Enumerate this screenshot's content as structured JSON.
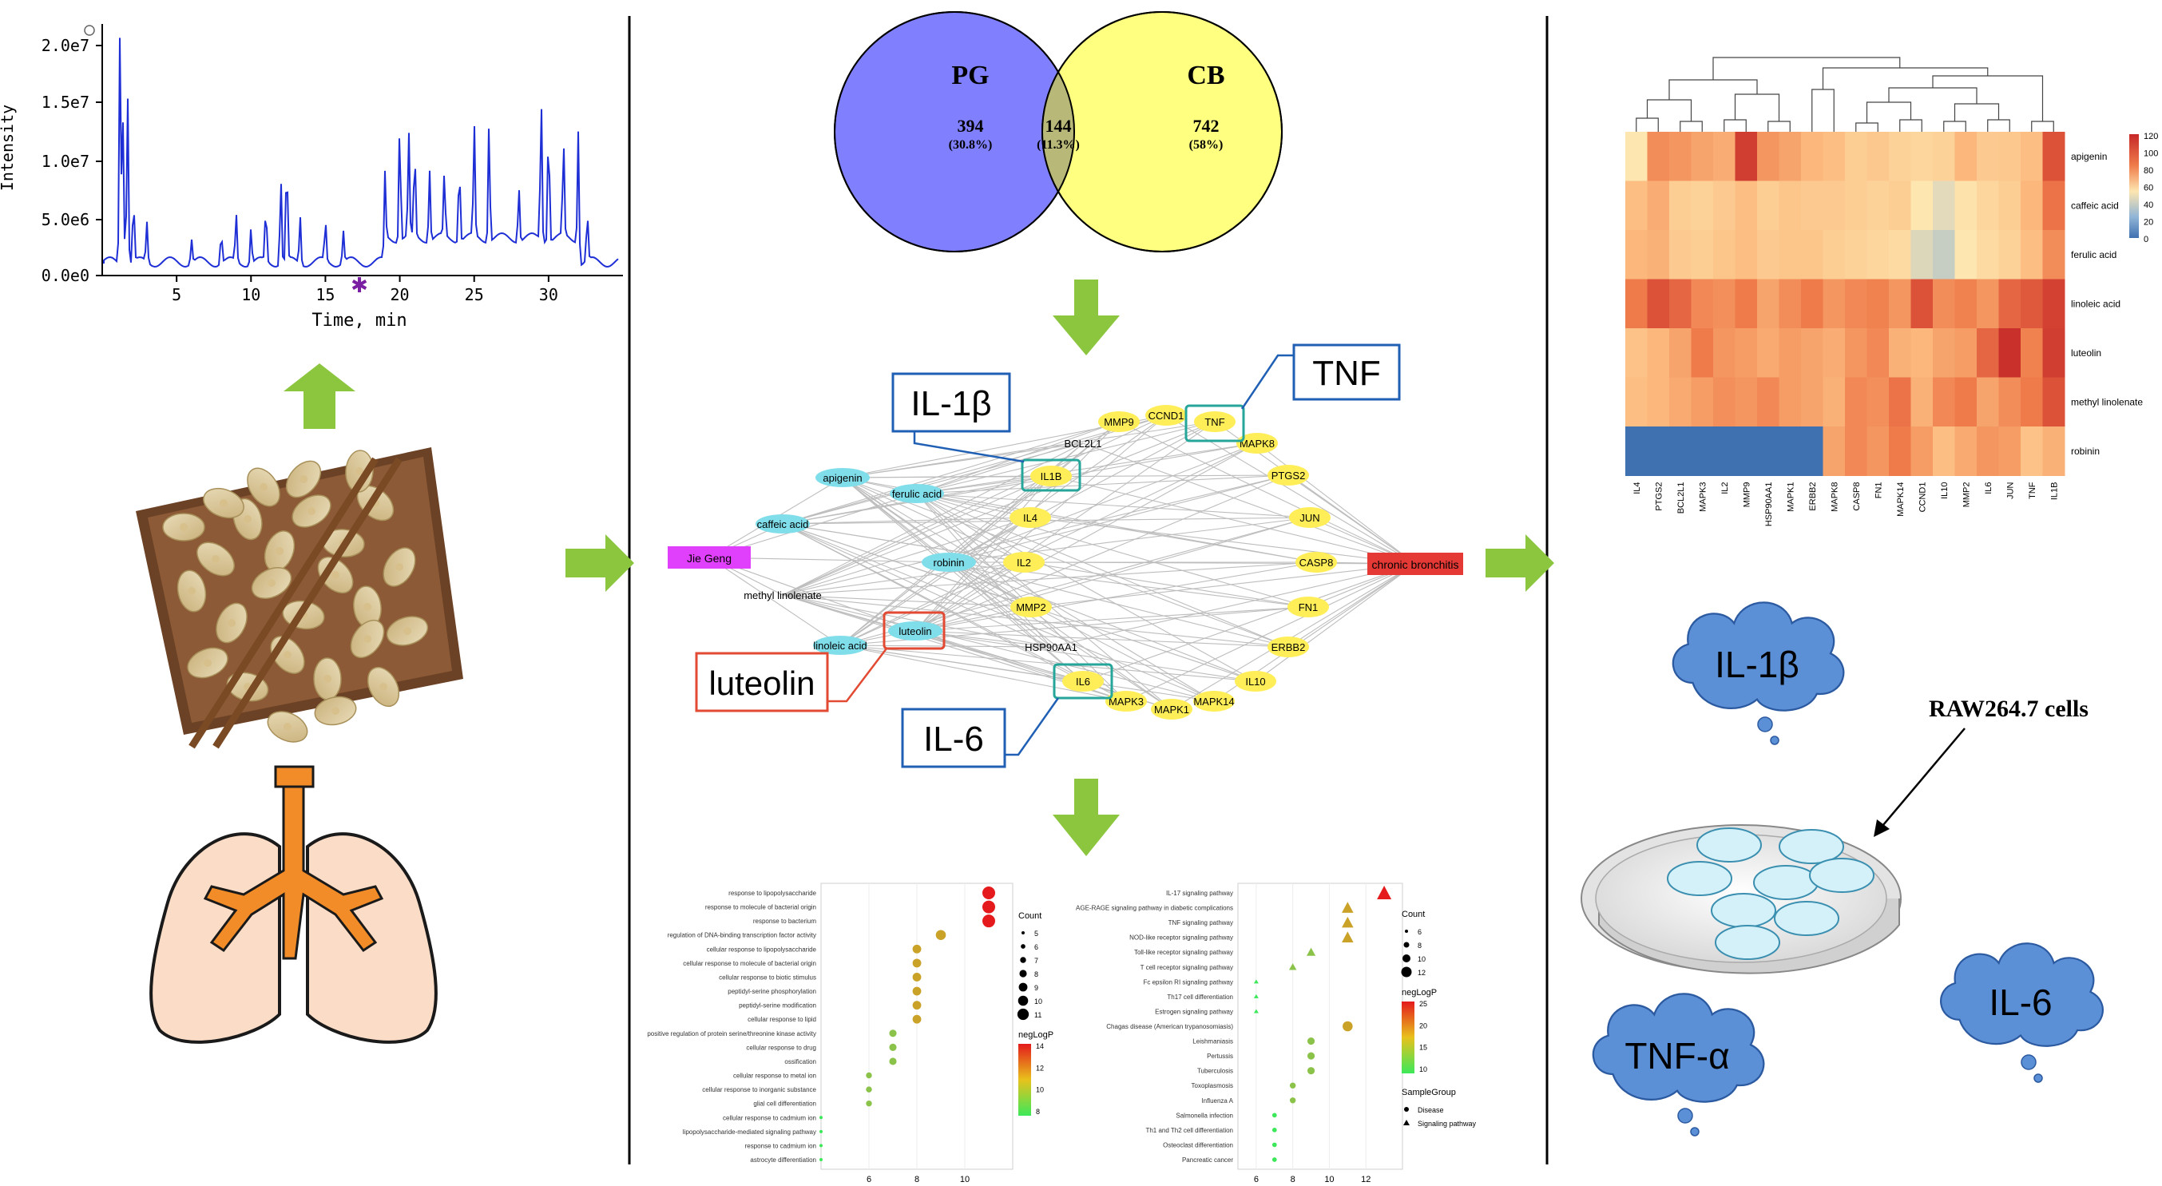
{
  "chromatogram": {
    "y_label": "Intensity",
    "x_label": "Time, min",
    "y_ticks": [
      "0.0e0",
      "5.0e6",
      "1.0e7",
      "1.5e7",
      "2.0e7"
    ],
    "x_ticks": [
      "5",
      "10",
      "15",
      "20",
      "25",
      "30"
    ],
    "marker_glyph": "✱"
  },
  "venn": {
    "left": {
      "name": "PG",
      "count": "394",
      "pct": "(30.8%)",
      "color": "#8080ff"
    },
    "right": {
      "name": "CB",
      "count": "742",
      "pct": "(58%)",
      "color": "#ffff80"
    },
    "overlap": {
      "count": "144",
      "pct": "(11.3%)",
      "color": "#b8b878"
    }
  },
  "network": {
    "source": "Jie Geng",
    "target": "chronic bronchitis",
    "compounds": [
      "apigenin",
      "ferulic acid",
      "caffeic acid",
      "robinin",
      "methyl linolenate",
      "luteolin",
      "linoleic acid"
    ],
    "genes": [
      "MMP9",
      "CCND1",
      "TNF",
      "BCL2L1",
      "MAPK8",
      "IL1B",
      "PTGS2",
      "IL4",
      "JUN",
      "IL2",
      "CASP8",
      "MMP2",
      "FN1",
      "HSP90AA1",
      "ERBB2",
      "IL6",
      "IL10",
      "MAPK3",
      "MAPK1",
      "MAPK14"
    ],
    "callouts": {
      "il1b": "IL-1β",
      "tnf": "TNF",
      "luteolin": "luteolin",
      "il6": "IL-6"
    }
  },
  "go_plot": {
    "terms": [
      "response to lipopolysaccharide",
      "response to molecule of bacterial origin",
      "response to bacterium",
      "regulation of DNA-binding transcription factor activity",
      "cellular response to lipopolysaccharide",
      "cellular response to molecule of bacterial origin",
      "cellular response to biotic stimulus",
      "peptidyl-serine phosphorylation",
      "peptidyl-serine modification",
      "cellular response to lipid",
      "positive regulation of protein serine/threonine kinase activity",
      "cellular response to drug",
      "ossification",
      "cellular response to metal ion",
      "cellular response to inorganic substance",
      "glial cell differentiation",
      "cellular response to cadmium ion",
      "lipopolysaccharide-mediated signaling pathway",
      "response to cadmium ion",
      "astrocyte differentiation"
    ],
    "x_values": [
      11,
      11,
      11,
      9,
      8,
      8,
      8,
      8,
      8,
      8,
      7,
      7,
      7,
      6,
      6,
      6,
      4,
      4,
      4,
      4
    ],
    "x_ticks": [
      "6",
      "8",
      "10"
    ],
    "count_title": "Count",
    "count_levels": [
      "5",
      "6",
      "7",
      "8",
      "9",
      "10",
      "11"
    ],
    "color_title": "negLogP",
    "color_ticks": [
      "14",
      "12",
      "10",
      "8"
    ]
  },
  "kegg_plot": {
    "terms": [
      "IL-17 signaling pathway",
      "AGE-RAGE signaling pathway in diabetic complications",
      "TNF signaling pathway",
      "NOD-like receptor signaling pathway",
      "Toll-like receptor signaling pathway",
      "T cell receptor signaling pathway",
      "Fc epsilon RI signaling pathway",
      "Th17 cell differentiation",
      "Estrogen signaling pathway",
      "Chagas disease (American trypanosomiasis)",
      "Leishmaniasis",
      "Pertussis",
      "Tuberculosis",
      "Toxoplasmosis",
      "Influenza A",
      "Salmonella infection",
      "Th1 and Th2 cell differentiation",
      "Osteoclast differentiation",
      "Pancreatic cancer"
    ],
    "x_values": [
      13,
      11,
      11,
      11,
      9,
      8,
      6,
      6,
      6,
      11,
      9,
      9,
      9,
      8,
      8,
      7,
      7,
      7,
      7
    ],
    "x_ticks": [
      "6",
      "8",
      "10",
      "12"
    ],
    "count_title": "Count",
    "count_levels": [
      "6",
      "8",
      "10",
      "12"
    ],
    "color_title": "negLogP",
    "color_ticks": [
      "25",
      "20",
      "15",
      "10"
    ],
    "shape_title": "SampleGroup",
    "shape_levels": [
      "Disease",
      "Signaling pathway"
    ]
  },
  "heatmap": {
    "rows": [
      "apigenin",
      "caffeic acid",
      "ferulic acid",
      "linoleic acid",
      "luteolin",
      "methyl linolenate",
      "robinin"
    ],
    "columns": [
      "IL4",
      "PTGS2",
      "BCL2L1",
      "MAPK3",
      "IL2",
      "MMP9",
      "HSP90AA1",
      "MAPK1",
      "ERBB2",
      "MAPK8",
      "CASP8",
      "FN1",
      "MAPK14",
      "CCND1",
      "IL10",
      "MMP2",
      "IL6",
      "JUN",
      "TNF",
      "IL1B"
    ],
    "values": [
      [
        60,
        95,
        92,
        88,
        85,
        115,
        92,
        88,
        82,
        80,
        72,
        75,
        70,
        68,
        70,
        82,
        74,
        75,
        80,
        110
      ],
      [
        80,
        85,
        72,
        70,
        74,
        80,
        72,
        76,
        74,
        74,
        72,
        70,
        72,
        60,
        55,
        62,
        68,
        72,
        82,
        102
      ],
      [
        82,
        84,
        74,
        72,
        76,
        80,
        74,
        76,
        76,
        72,
        70,
        68,
        66,
        54,
        50,
        60,
        66,
        70,
        80,
        95
      ],
      [
        100,
        110,
        105,
        96,
        94,
        100,
        88,
        95,
        100,
        92,
        96,
        98,
        92,
        110,
        95,
        98,
        92,
        105,
        108,
        114
      ],
      [
        78,
        82,
        88,
        100,
        92,
        90,
        86,
        90,
        88,
        85,
        92,
        96,
        84,
        82,
        88,
        90,
        105,
        118,
        98,
        115
      ],
      [
        80,
        82,
        86,
        90,
        94,
        92,
        96,
        90,
        88,
        84,
        96,
        94,
        102,
        84,
        96,
        100,
        88,
        95,
        100,
        110
      ],
      [
        8,
        8,
        8,
        8,
        8,
        8,
        8,
        8,
        8,
        88,
        96,
        92,
        100,
        90,
        80,
        86,
        92,
        90,
        78,
        84
      ]
    ],
    "legend_ticks": [
      "120",
      "100",
      "80",
      "60",
      "40",
      "20",
      "0"
    ]
  },
  "assay": {
    "dish_label": "RAW264.7 cells",
    "clouds": [
      "IL-1β",
      "IL-6",
      "TNF-α"
    ]
  }
}
